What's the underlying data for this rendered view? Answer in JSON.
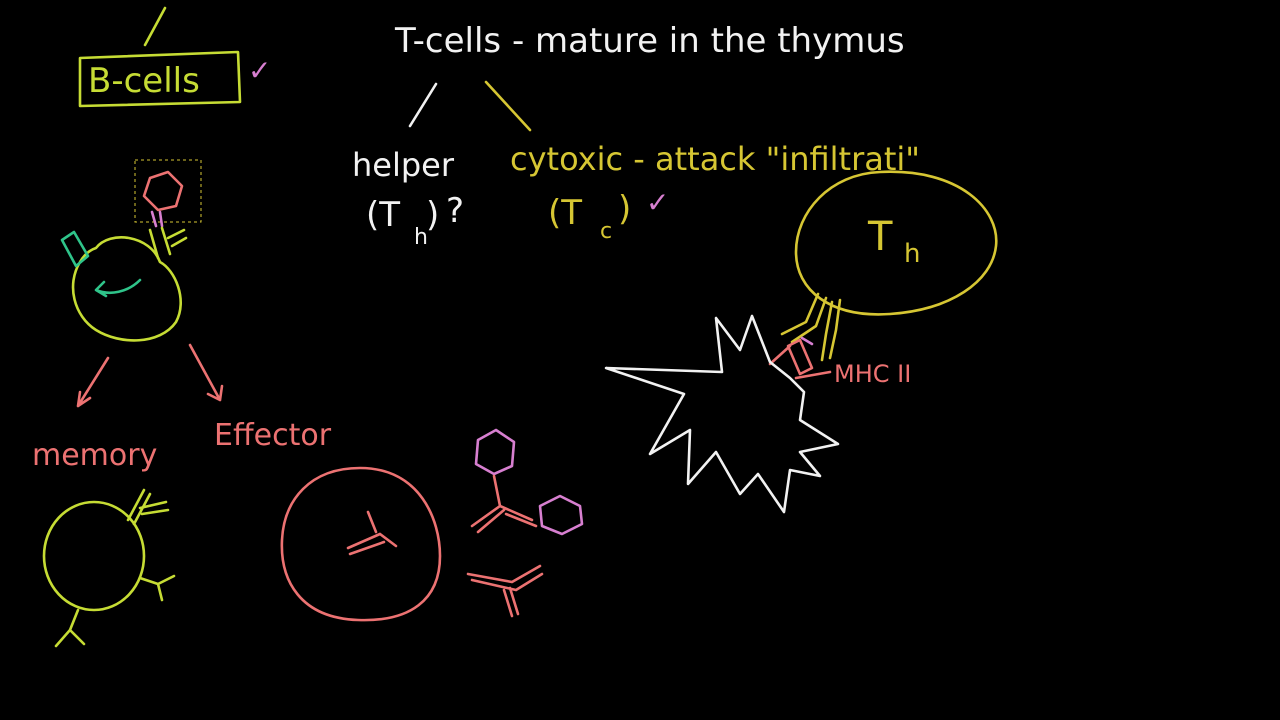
{
  "colors": {
    "background": "#000000",
    "white": "#f2f2f2",
    "green": "#c6dc34",
    "yellow": "#d6c633",
    "salmon": "#ec7272",
    "pink": "#d77fd0",
    "teal": "#2fc48a"
  },
  "labels": {
    "b_cells": "B-cells",
    "t_cells": "T-cells - mature in the thymus",
    "helper": "helper",
    "helper_abbr": "(T",
    "helper_sub": "h",
    "helper_close": ")",
    "helper_question": "?",
    "cytotoxic": "cytoxic - attack \"infiltrati\"",
    "cyto_abbr": "(T",
    "cyto_sub": "c",
    "cyto_close": ")",
    "checkmark": "✓",
    "memory": "memory",
    "effector": "Effector",
    "th_cell": "T",
    "th_sub": "h",
    "mhc": "MHC II"
  }
}
